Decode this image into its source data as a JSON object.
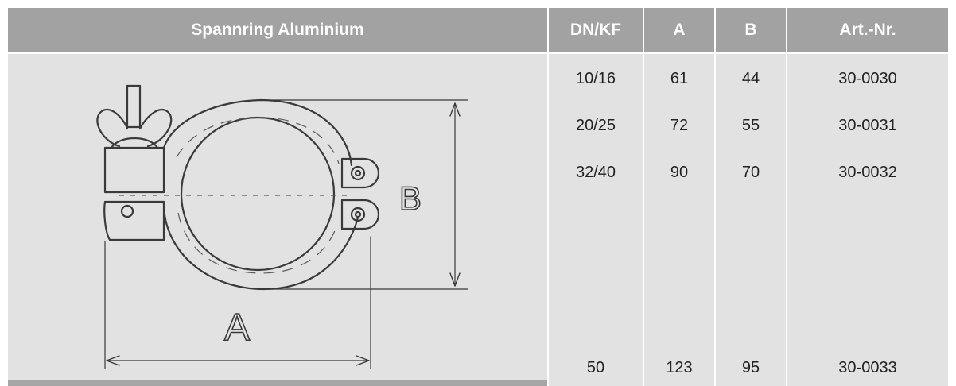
{
  "table": {
    "title": "Spannring Aluminium",
    "columns": [
      "DN/KF",
      "A",
      "B",
      "Art.-Nr."
    ],
    "rows": [
      [
        "10/16",
        "61",
        "44",
        "30-0030"
      ],
      [
        "20/25",
        "72",
        "55",
        "30-0031"
      ],
      [
        "32/40",
        "90",
        "70",
        "30-0032"
      ],
      [
        "50",
        "123",
        "95",
        "30-0033"
      ]
    ]
  },
  "drawing": {
    "label_a": "A",
    "label_b": "B"
  }
}
